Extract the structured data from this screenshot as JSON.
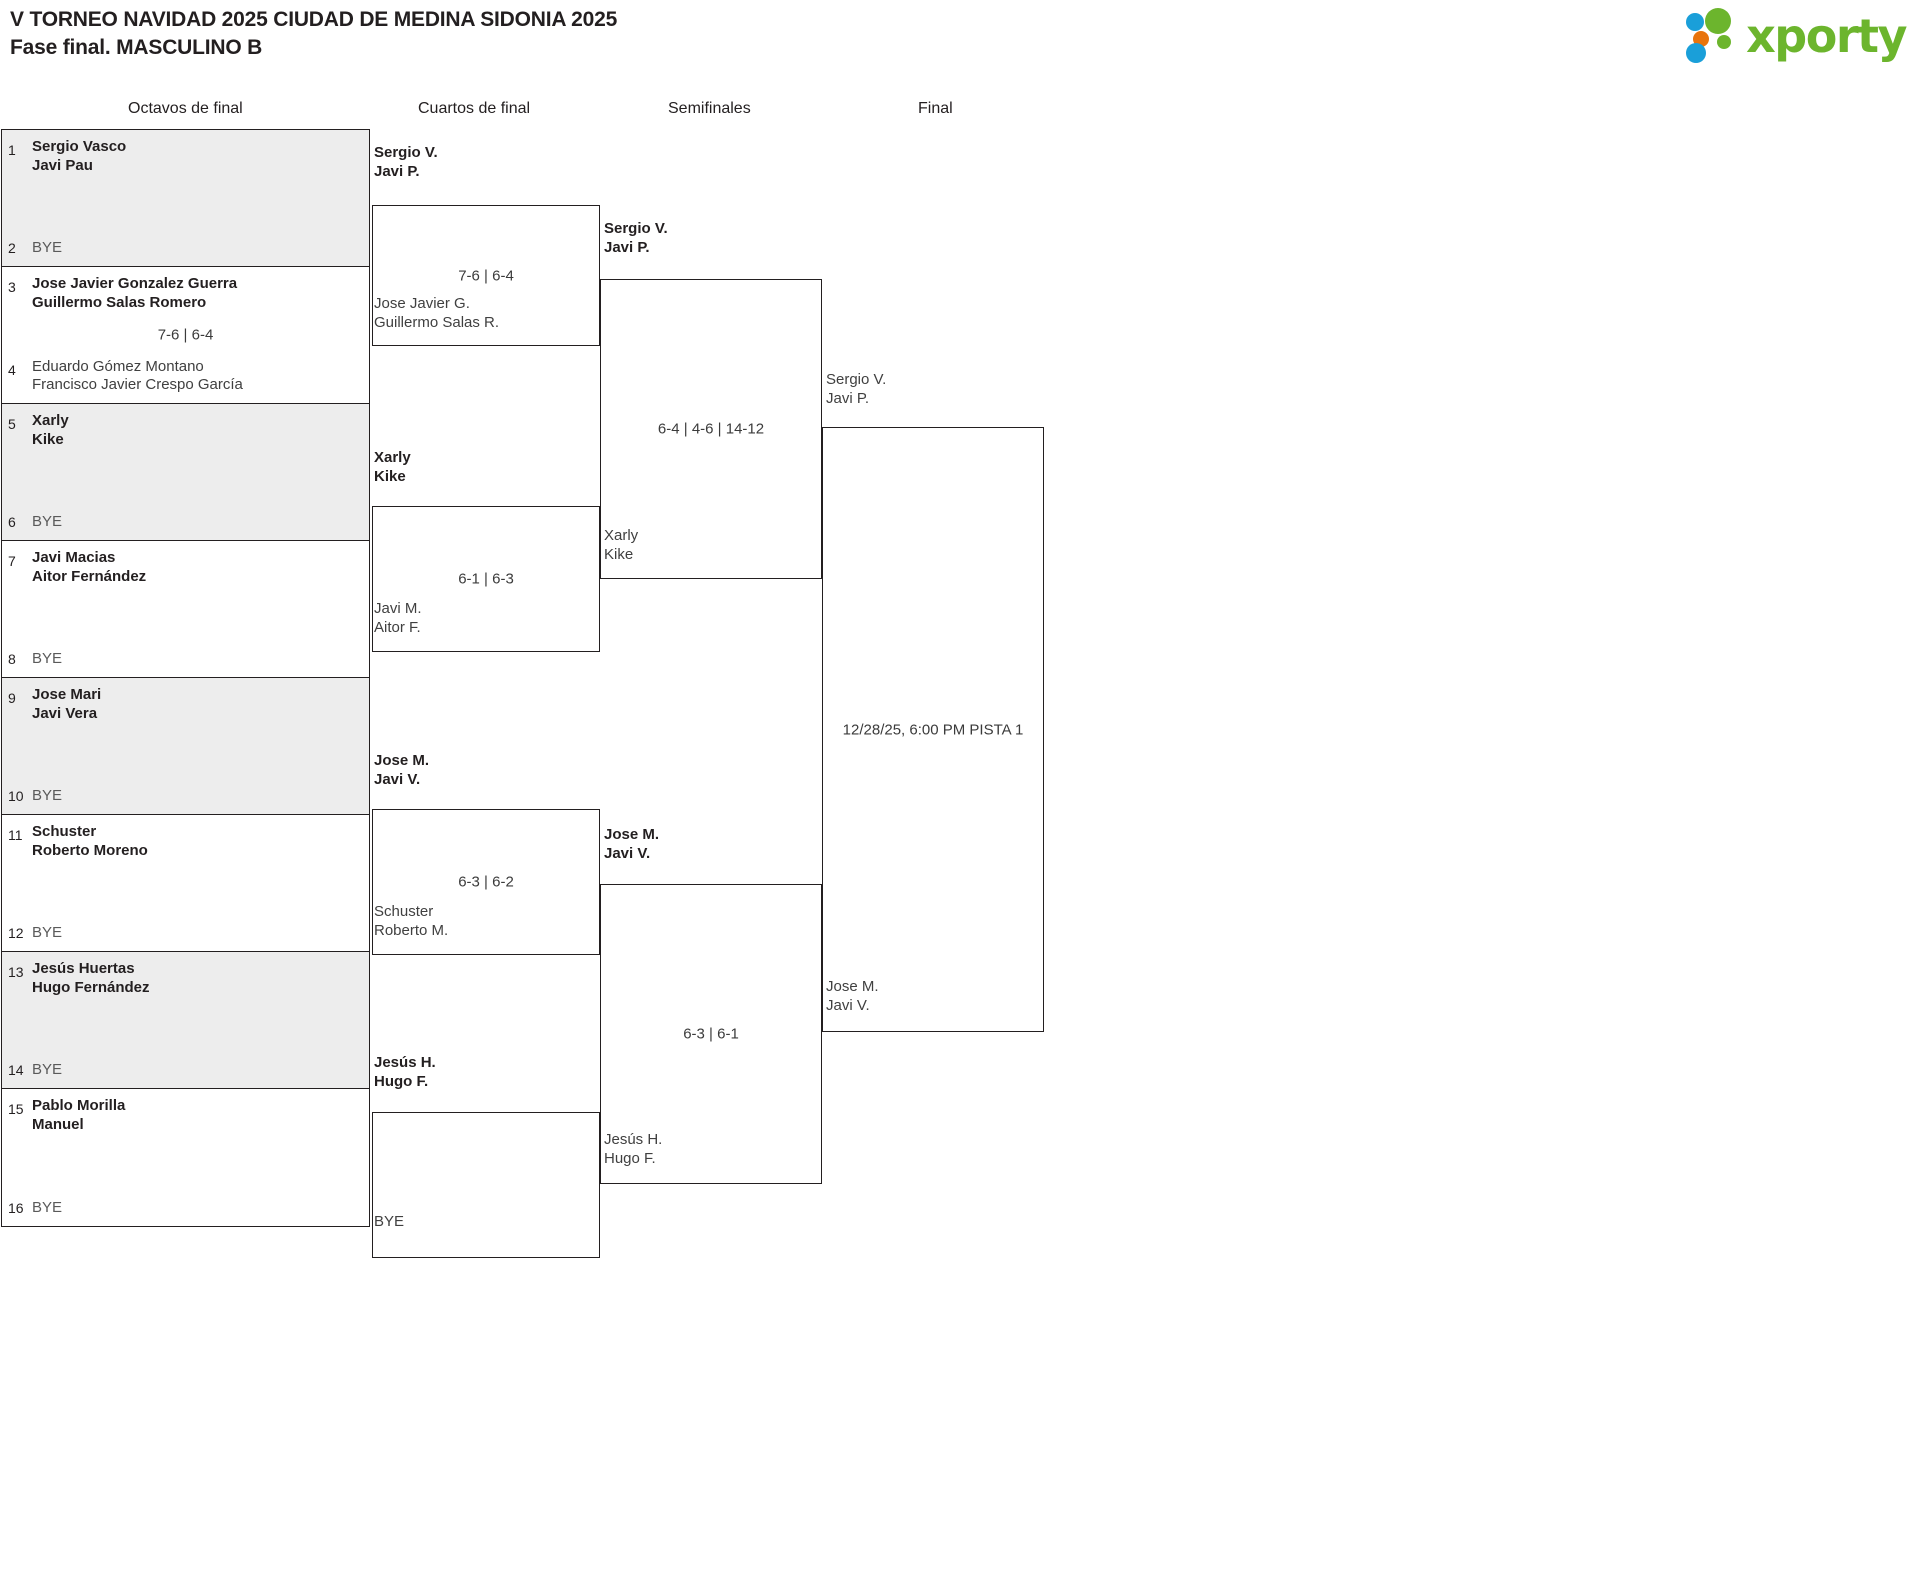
{
  "header": {
    "title_line1": "V TORNEO NAVIDAD 2025 CIUDAD DE MEDINA SIDONIA 2025",
    "title_line2": "Fase final. MASCULINO B",
    "brand": "xporty",
    "brand_colors": {
      "green": "#6cb52d",
      "orange": "#e8740c",
      "blue": "#1a9fd9"
    }
  },
  "rounds": [
    {
      "label": "Octavos de final"
    },
    {
      "label": "Cuartos de final"
    },
    {
      "label": "Semifinales"
    },
    {
      "label": "Final"
    }
  ],
  "bracket": {
    "round1": [
      {
        "shaded": true,
        "score": "",
        "top": {
          "seed": "1",
          "p1": "Sergio Vasco",
          "p2": "Javi Pau",
          "winner": true
        },
        "bottom": {
          "seed": "2",
          "bye": "BYE",
          "winner": false
        }
      },
      {
        "shaded": false,
        "score": "7-6 | 6-4",
        "top": {
          "seed": "3",
          "p1": "Jose Javier Gonzalez Guerra",
          "p2": "Guillermo Salas Romero",
          "winner": true
        },
        "bottom": {
          "seed": "4",
          "p1": "Eduardo Gómez Montano",
          "p2": "Francisco Javier Crespo García",
          "winner": false
        }
      },
      {
        "shaded": true,
        "score": "",
        "top": {
          "seed": "5",
          "p1": "Xarly",
          "p2": "Kike",
          "winner": true
        },
        "bottom": {
          "seed": "6",
          "bye": "BYE",
          "winner": false
        }
      },
      {
        "shaded": false,
        "score": "",
        "top": {
          "seed": "7",
          "p1": "Javi Macias",
          "p2": "Aitor Fernández",
          "winner": true
        },
        "bottom": {
          "seed": "8",
          "bye": "BYE",
          "winner": false
        }
      },
      {
        "shaded": true,
        "score": "",
        "top": {
          "seed": "9",
          "p1": "Jose Mari",
          "p2": "Javi Vera",
          "winner": true
        },
        "bottom": {
          "seed": "10",
          "bye": "BYE",
          "winner": false
        }
      },
      {
        "shaded": false,
        "score": "",
        "top": {
          "seed": "11",
          "p1": "Schuster",
          "p2": "Roberto Moreno",
          "winner": true
        },
        "bottom": {
          "seed": "12",
          "bye": "BYE",
          "winner": false
        }
      },
      {
        "shaded": true,
        "score": "",
        "top": {
          "seed": "13",
          "p1": "Jesús Huertas",
          "p2": "Hugo Fernández",
          "winner": true
        },
        "bottom": {
          "seed": "14",
          "bye": "BYE",
          "winner": false
        }
      },
      {
        "shaded": false,
        "score": "",
        "top": {
          "seed": "15",
          "p1": "Pablo Morilla",
          "p2": "Manuel",
          "winner": true
        },
        "bottom": {
          "seed": "16",
          "bye": "BYE",
          "winner": false
        }
      }
    ],
    "round2": [
      {
        "score": "7-6 | 6-4",
        "top": {
          "p1": "Sergio V.",
          "p2": "Javi P.",
          "winner": true
        },
        "bottom": {
          "p1": "Jose Javier G.",
          "p2": "Guillermo Salas R.",
          "winner": false
        }
      },
      {
        "score": "6-1 | 6-3",
        "top": {
          "p1": "Xarly",
          "p2": "Kike",
          "winner": true
        },
        "bottom": {
          "p1": "Javi M.",
          "p2": "Aitor F.",
          "winner": false
        }
      },
      {
        "score": "6-3 | 6-2",
        "top": {
          "p1": "Jose M.",
          "p2": "Javi V.",
          "winner": true
        },
        "bottom": {
          "p1": "Schuster",
          "p2": "Roberto M.",
          "winner": false
        }
      },
      {
        "score": "",
        "top": {
          "p1": "Jesús H.",
          "p2": "Hugo F.",
          "winner": true
        },
        "bottom": {
          "p1": "BYE",
          "winner": false
        }
      }
    ],
    "round3": [
      {
        "score": "6-4 | 4-6 | 14-12",
        "top": {
          "p1": "Sergio V.",
          "p2": "Javi P.",
          "winner": true
        },
        "bottom": {
          "p1": "Xarly",
          "p2": "Kike",
          "winner": false
        }
      },
      {
        "score": "6-3 | 6-1",
        "top": {
          "p1": "Jose M.",
          "p2": "Javi V.",
          "winner": true
        },
        "bottom": {
          "p1": "Jesús H.",
          "p2": "Hugo F.",
          "winner": false
        }
      }
    ],
    "round4": [
      {
        "score": "12/28/25, 6:00 PM PISTA 1",
        "top": {
          "p1": "Sergio V.",
          "p2": "Javi P.",
          "winner": false
        },
        "bottom": {
          "p1": "Jose M.",
          "p2": "Javi V.",
          "winner": false
        }
      }
    ]
  }
}
